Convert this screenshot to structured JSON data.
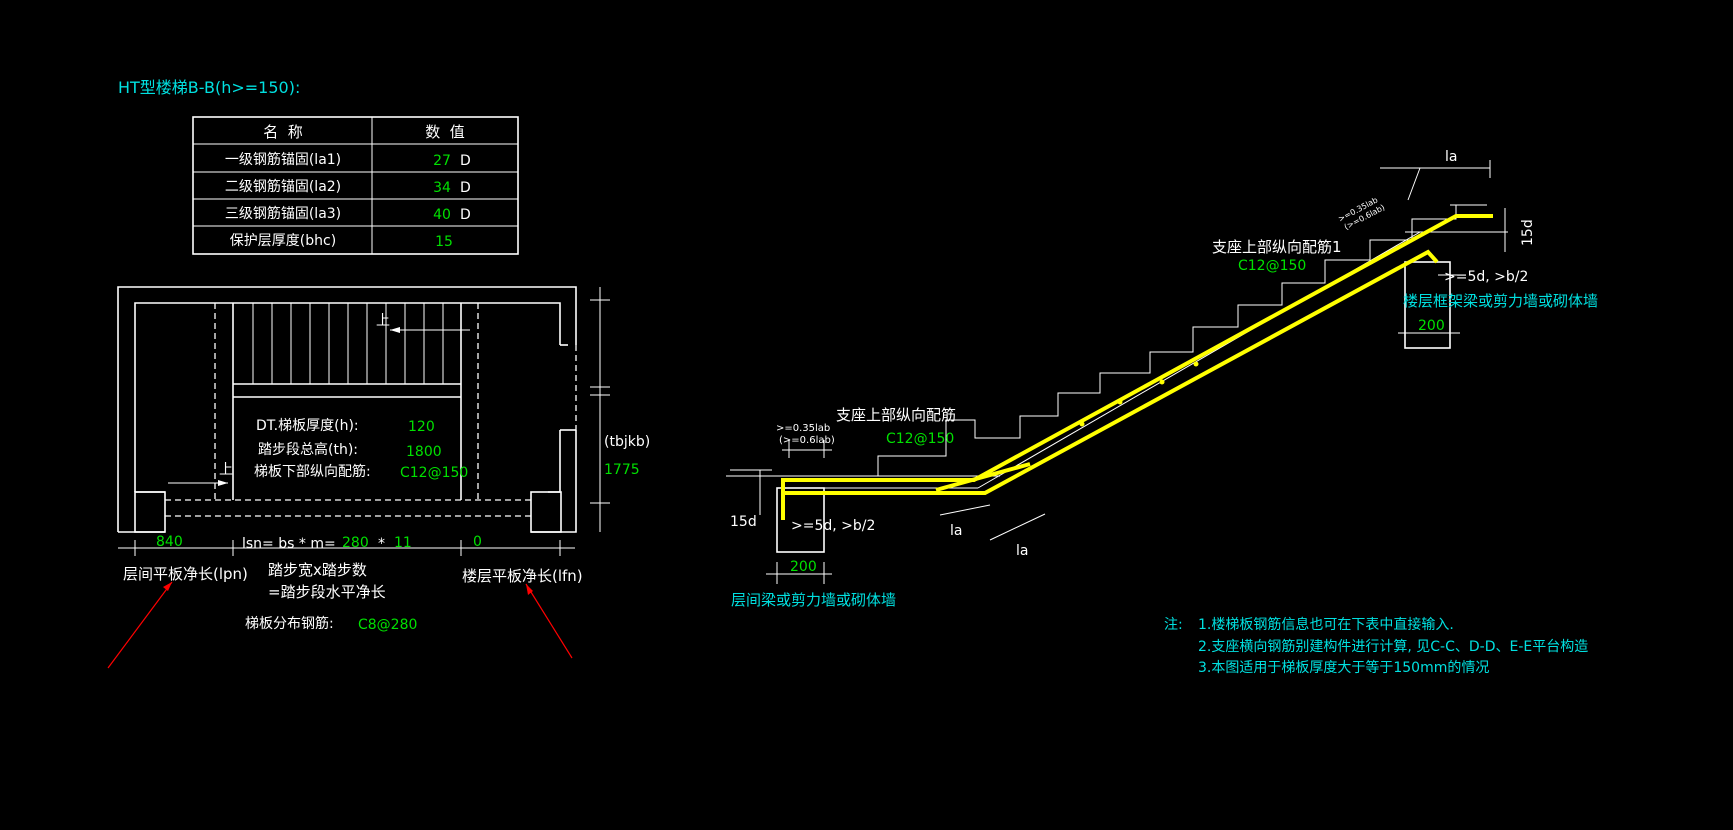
{
  "title": "HT型楼梯B-B(h>=150):",
  "table": {
    "headers": [
      "名  称",
      "数  值"
    ],
    "rows": [
      {
        "name": "一级钢筋锚固(la1)",
        "value": "27",
        "unit": "D"
      },
      {
        "name": "二级钢筋锚固(la2)",
        "value": "34",
        "unit": "D"
      },
      {
        "name": "三级钢筋锚固(la3)",
        "value": "40",
        "unit": "D"
      },
      {
        "name": "保护层厚度(bhc)",
        "value": "15",
        "unit": ""
      }
    ]
  },
  "plan": {
    "up_label_top": "上",
    "up_label_left": "上",
    "thickness_label": "DT.梯板厚度(h):",
    "thickness_value": "120",
    "height_label": "踏步段总高(th):",
    "height_value": "1800",
    "bottom_rebar_label": "梯板下部纵向配筋:",
    "bottom_rebar_value": "C12@150",
    "right_dim_label": "(tbjkb)",
    "right_dim_value": "1775",
    "dim_left_value": "840",
    "dim_mid_formula": "lsn= bs * m=",
    "dim_mid_bs": "280",
    "dim_mid_star": "*",
    "dim_mid_m": "11",
    "dim_right_value": "0",
    "label_lpn": "层间平板净长(lpn)",
    "label_steps_1": "踏步宽x踏步数",
    "label_steps_2": "=踏步段水平净长",
    "label_lfn": "楼层平板净长(lfn)",
    "dist_rebar_label": "梯板分布钢筋:",
    "dist_rebar_value": "C8@280"
  },
  "section": {
    "top_rebar_upper_label": "支座上部纵向配筋1",
    "top_rebar_upper_value": "C12@150",
    "top_rebar_lower_label": "支座上部纵向配筋",
    "top_rebar_lower_value": "C12@150",
    "upper_support_label": "楼层框架梁或剪力墙或砌体墙",
    "lower_support_label": "层间梁或剪力墙或砌体墙",
    "upper_width": "200",
    "lower_width": "200",
    "la_top": "la",
    "la_mid": "la",
    "la_bottom": "la",
    "dim_15d_right": "15d",
    "dim_15d_left": "15d",
    "anchor_upper": ">=5d, >b/2",
    "anchor_lower": ">=5d, >b/2",
    "note_small_upper_1": ">=0.35lab",
    "note_small_upper_2": "(>=0.6lab)",
    "note_small_lower_1": ">=0.35lab",
    "note_small_lower_2": "(>=0.6lab)"
  },
  "notes": {
    "prefix": "注:",
    "line1": "1.楼梯板钢筋信息也可在下表中直接输入.",
    "line2": "2.支座横向钢筋别建构件进行计算, 见C-C、D-D、E-E平台构造",
    "line3": "3.本图适用于梯板厚度大于等于150mm的情况"
  },
  "colors": {
    "background": "#000000",
    "line": "#ffffff",
    "value": "#00e000",
    "label_cyan": "#00e0e0",
    "rebar": "#ffff00",
    "arrow": "#ff0000"
  }
}
